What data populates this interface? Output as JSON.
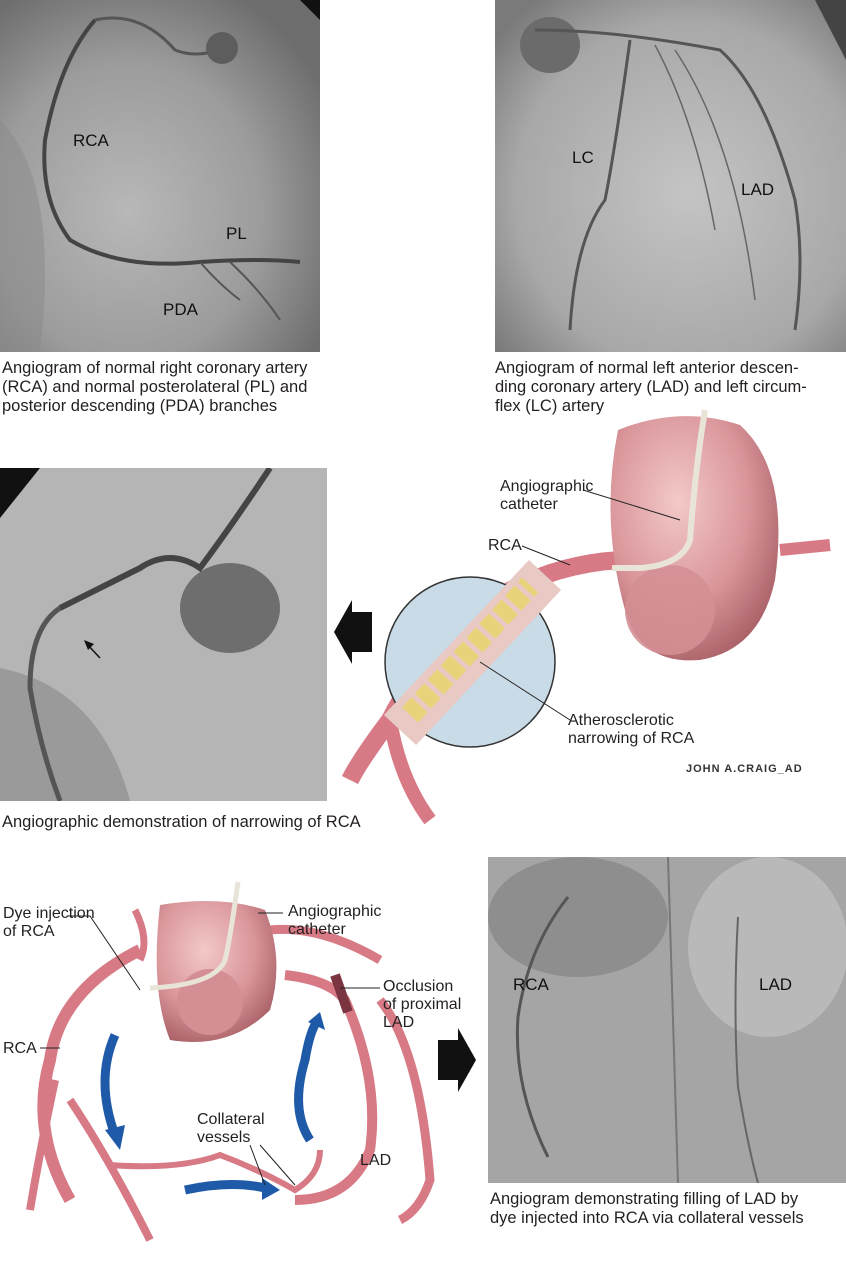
{
  "panels": {
    "top_left": {
      "labels": {
        "rca": "RCA",
        "pl": "PL",
        "pda": "PDA"
      },
      "caption": [
        "Angiogram of normal right coronary artery",
        "(RCA) and normal posterolateral (PL) and",
        "posterior descending (PDA) branches"
      ]
    },
    "top_right": {
      "labels": {
        "lc": "LC",
        "lad": "LAD"
      },
      "caption": [
        "Angiogram of normal left anterior descen-",
        "ding coronary artery (LAD) and left circum-",
        "flex (LC) artery"
      ]
    },
    "middle": {
      "caption": "Angiographic demonstration of narrowing of RCA",
      "illustration": {
        "catheter": [
          "Angiographic",
          "catheter"
        ],
        "rca": "RCA",
        "narrowing": [
          "Atherosclerotic",
          "narrowing of RCA"
        ]
      },
      "signature": "JOHN A.CRAIG_AD"
    },
    "bottom": {
      "illustration": {
        "dye": [
          "Dye injection",
          "of RCA"
        ],
        "catheter": [
          "Angiographic",
          "catheter"
        ],
        "occlusion": [
          "Occlusion",
          "of proximal",
          "LAD"
        ],
        "rca": "RCA",
        "collateral": [
          "Collateral",
          "vessels"
        ],
        "lad": "LAD"
      },
      "angiogram_labels": {
        "rca": "RCA",
        "lad": "LAD"
      },
      "caption": [
        "Angiogram demonstrating filling of LAD by",
        "dye injected into RCA via collateral vessels"
      ]
    }
  },
  "colors": {
    "artery": "#e0828c",
    "heart": "#d9959a",
    "flow_arrow": "#1f5aa8",
    "plaque": "#e8d27a",
    "lens": "#c9dbe6"
  }
}
